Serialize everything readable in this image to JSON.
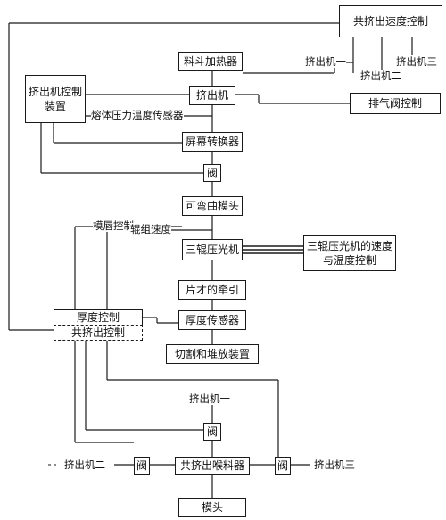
{
  "nodes": {
    "coex_speed_control": "共挤出速度控制",
    "hopper_heater": "料斗加热器",
    "extruder_control": "挤出机控制装置",
    "extruder": "挤出机",
    "exhaust_valve": "排气阀控制",
    "screen_changer": "屏幕转换器",
    "valve_main": "阀",
    "flex_die": "可弯曲模头",
    "three_roll": "三辊压光机",
    "three_roll_control": "三辊压光机的速度与温度控制",
    "sheet_haul": "片才的牵引",
    "thickness_control": "厚度控制",
    "coex_control": "共挤出控制",
    "thickness_sensor": "厚度传感器",
    "cut_stack": "切割和堆放装置",
    "valve_1": "阀",
    "valve_2": "阀",
    "valve_3": "阀",
    "coex_feedblock": "共挤出喉料器",
    "die": "模头"
  },
  "labels": {
    "extruder1_top": "挤出机一",
    "extruder2_top": "挤出机二",
    "extruder3_top": "挤出机三",
    "melt_sensor": "熔体压力温度传感器",
    "die_lip_control": "模唇控制",
    "roll_speed": "辊组速度",
    "extruder1_bottom": "挤出机一",
    "extruder2_bottom": "挤出机二",
    "extruder3_bottom": "挤出机三"
  }
}
